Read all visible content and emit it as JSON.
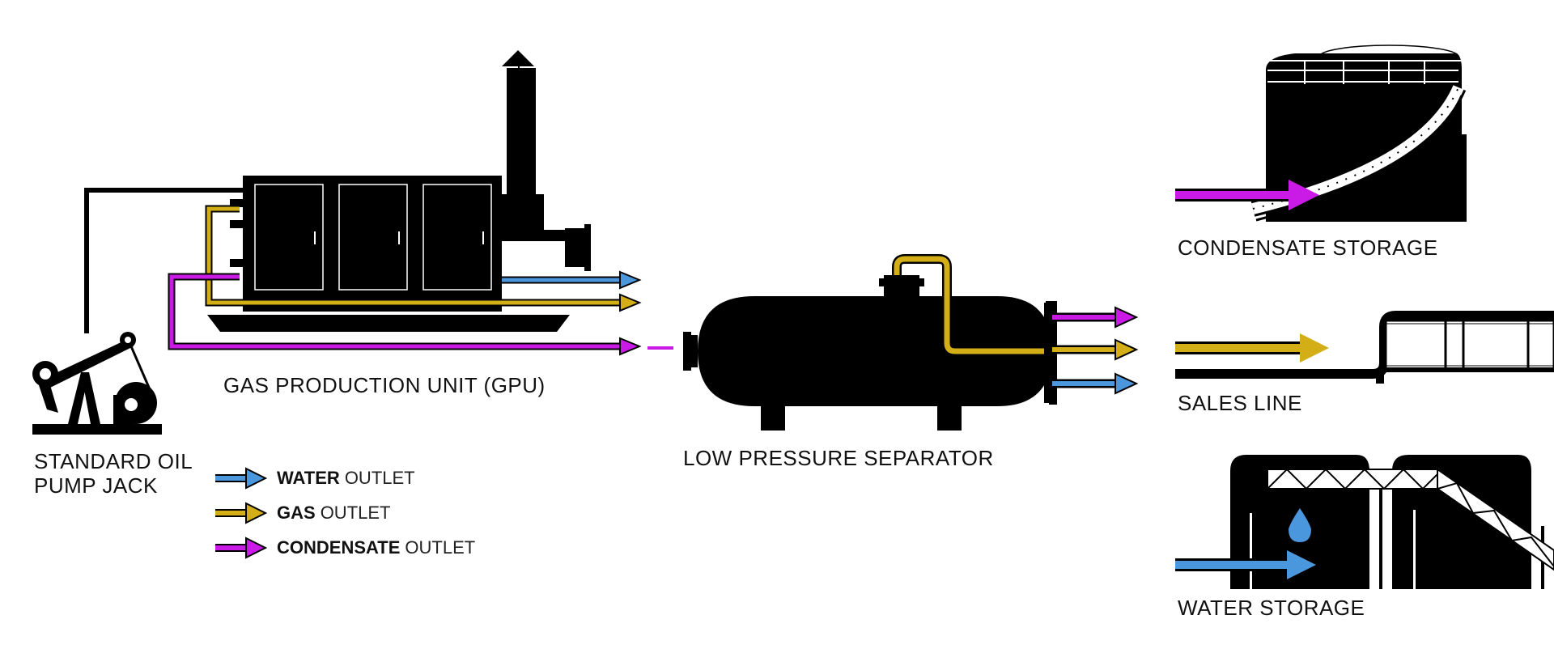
{
  "labels": {
    "pump_jack_line1": "STANDARD OIL",
    "pump_jack_line2": "PUMP JACK",
    "gpu": "GAS PRODUCTION UNIT (GPU)",
    "separator": "LOW PRESSURE SEPARATOR",
    "condensate_storage": "CONDENSATE STORAGE",
    "sales_line": "SALES LINE",
    "water_storage": "WATER  STORAGE"
  },
  "legend": [
    {
      "strong": "WATER",
      "rest": "OUTLET",
      "color": "#4a97de"
    },
    {
      "strong": "GAS",
      "rest": "OUTLET",
      "color": "#d4ae16"
    },
    {
      "strong": "CONDENSATE",
      "rest": "OUTLET",
      "color": "#c91ae6"
    }
  ],
  "colors": {
    "water": "#4a97de",
    "gas": "#d4ae16",
    "condensate": "#c91ae6",
    "equipment": "#000000"
  },
  "icons": [
    "pump-jack-icon",
    "gas-production-unit-icon",
    "separator-icon",
    "storage-tank-icon",
    "sales-line-pipe-icon",
    "water-tank-icon",
    "water-drop-icon"
  ]
}
